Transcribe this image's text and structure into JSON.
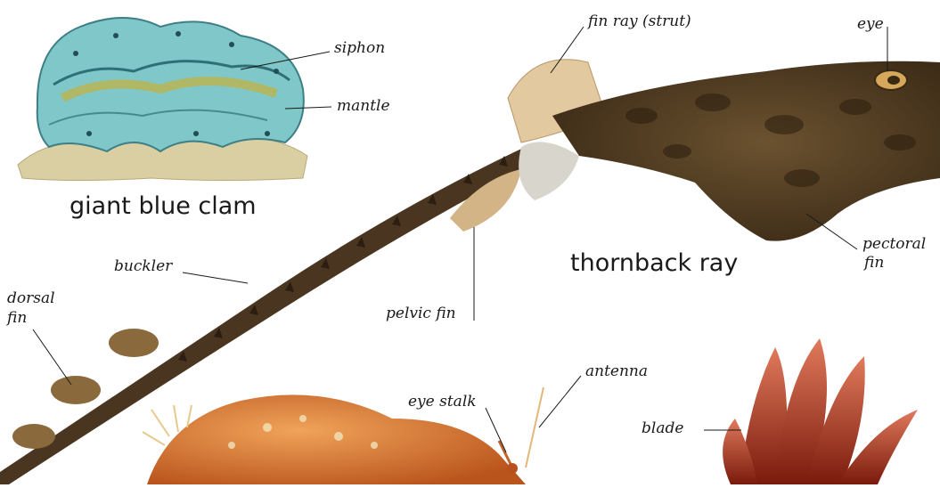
{
  "captions": {
    "clam": "giant blue clam",
    "ray": "thornback ray"
  },
  "labels": {
    "siphon": "siphon",
    "mantle": "mantle",
    "fin_ray": "fin ray (strut)",
    "eye": "eye",
    "pectoral_line1": "pectoral",
    "pectoral_line2": "fin",
    "pelvic_fin": "pelvic fin",
    "buckler": "buckler",
    "dorsal_line1": "dorsal",
    "dorsal_line2": "fin",
    "antenna": "antenna",
    "eye_stalk": "eye stalk",
    "blade": "blade"
  },
  "colors": {
    "clam_blue": "#7fc7c9",
    "ray_brown": "#5b4426",
    "crab_orange": "#d9782f",
    "seaweed_red": "#a8331c"
  }
}
